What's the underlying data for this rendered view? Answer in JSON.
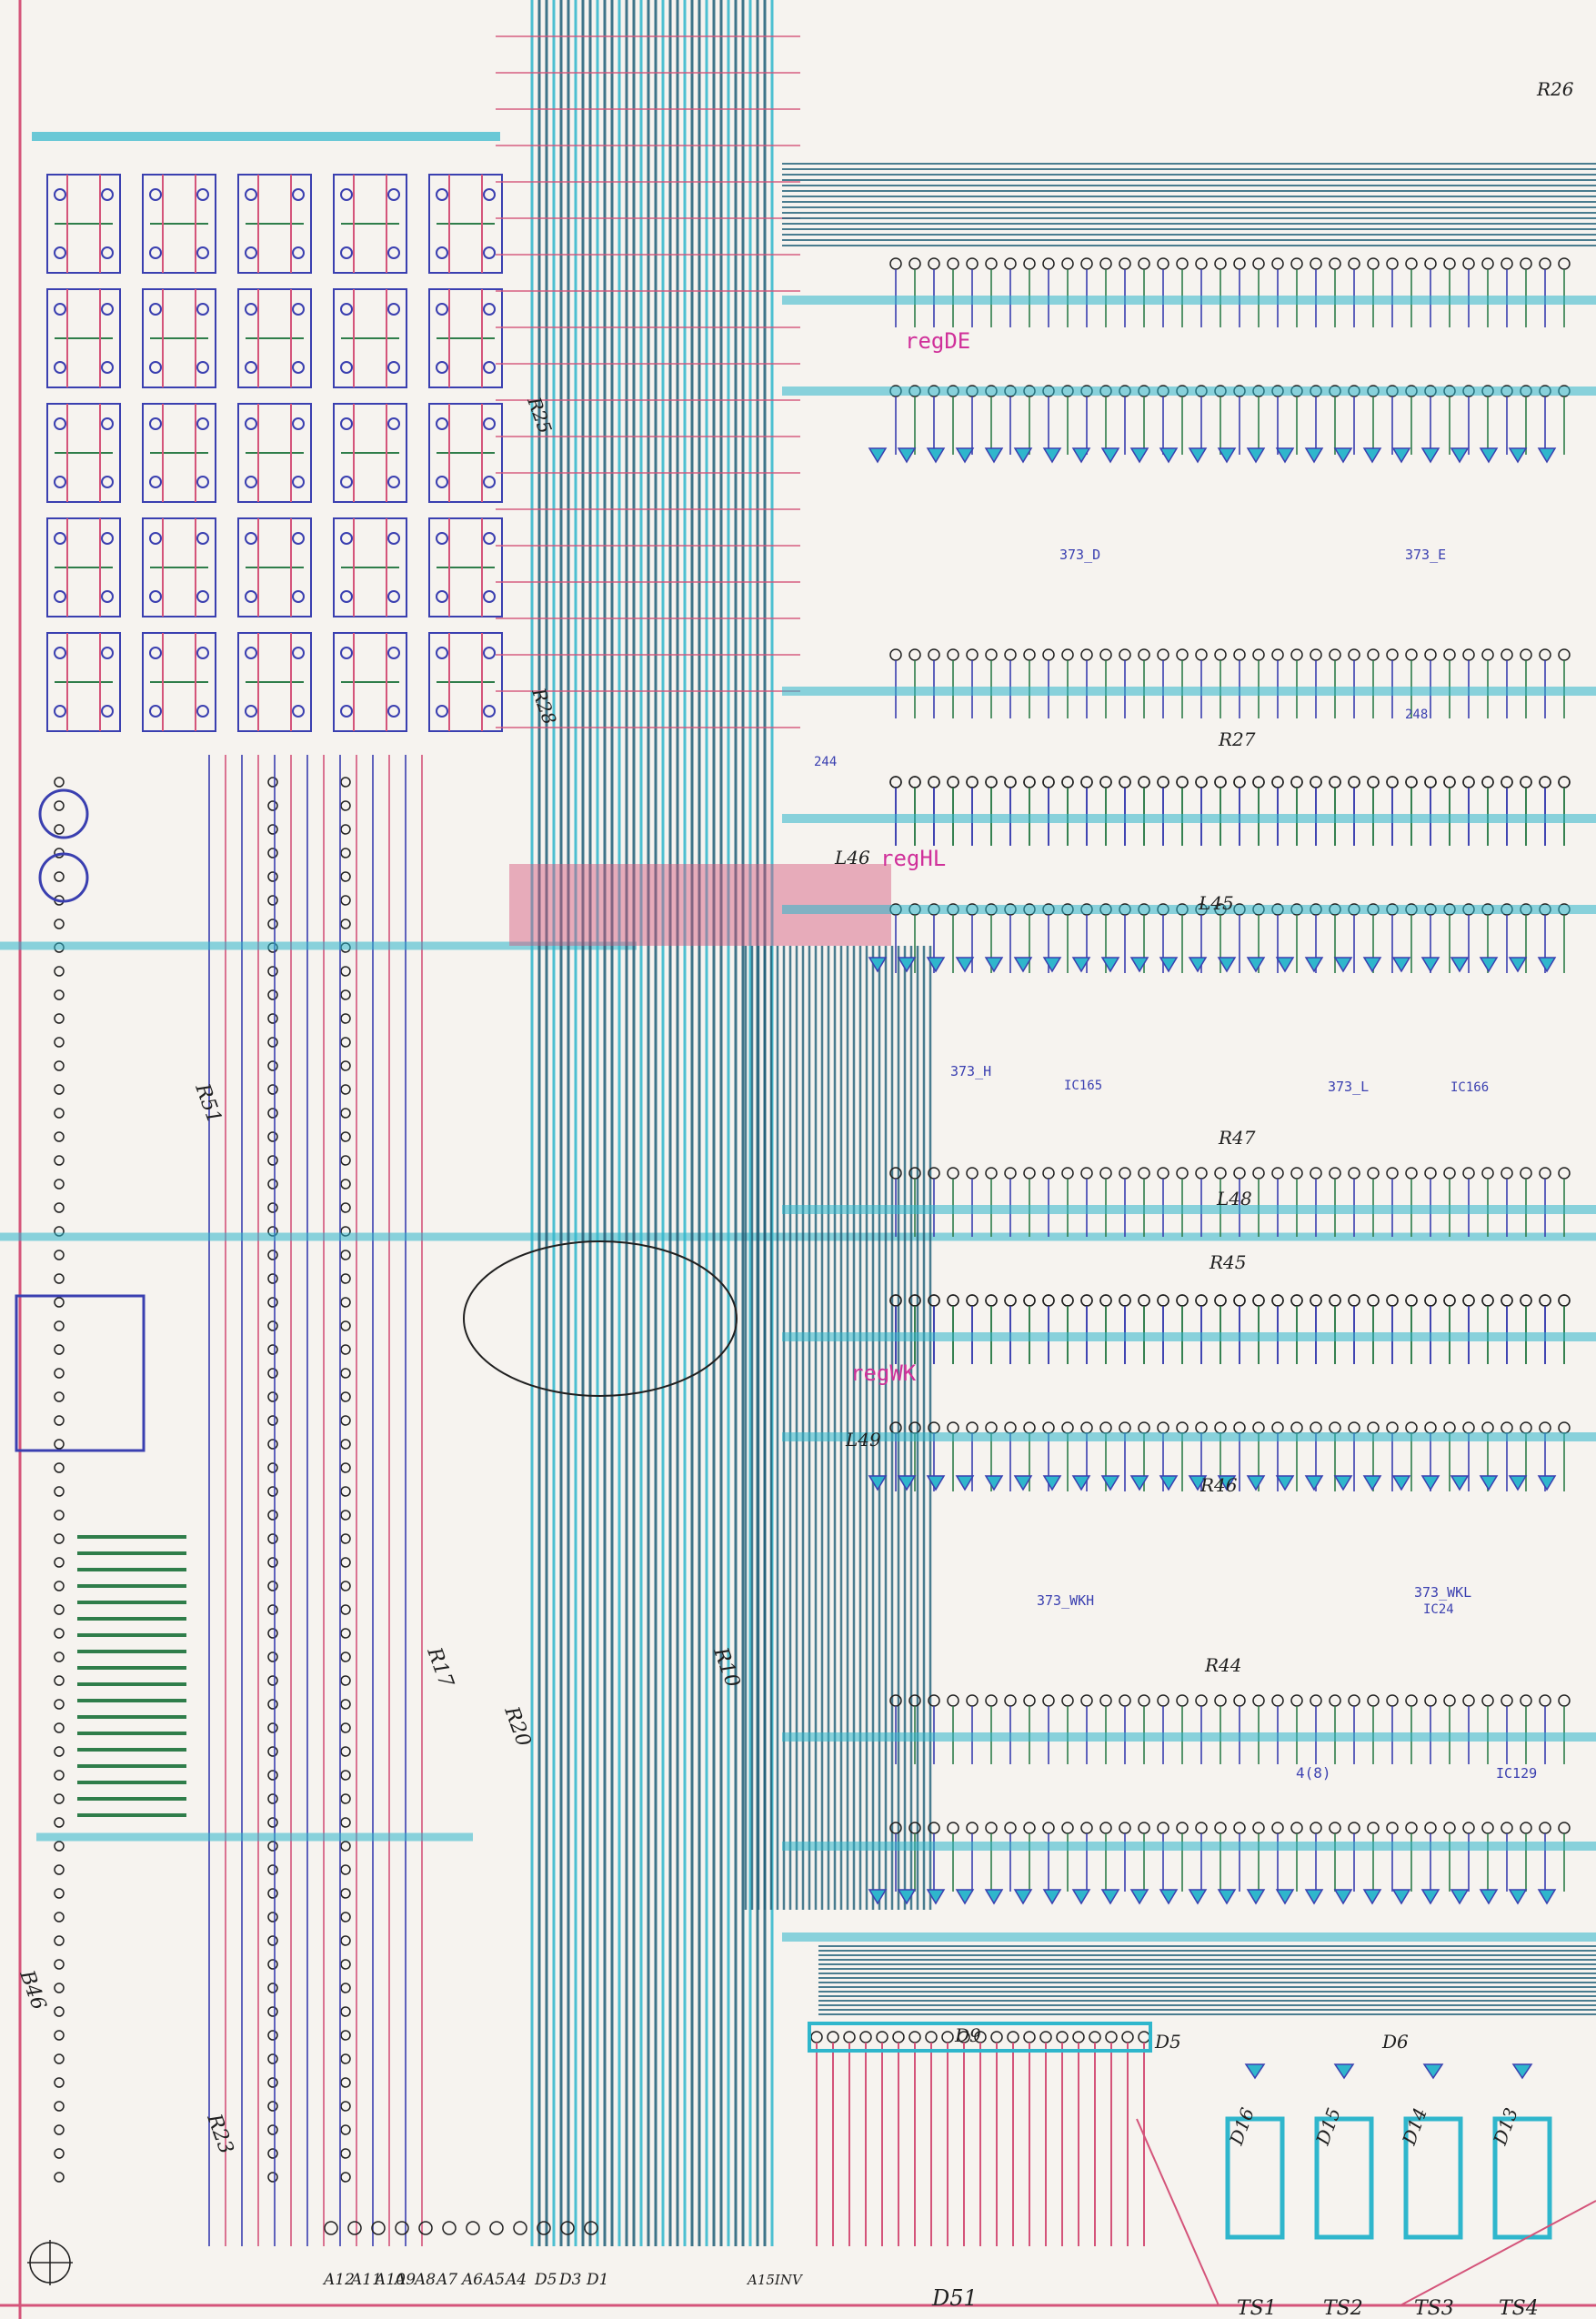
{
  "colors": {
    "paper": "#f6f3ef",
    "bus_pink": "#d4547a",
    "trace_blue": "#3a3fb0",
    "trace_green": "#2f7d4a",
    "highlight_cyan": "#2fb6cc",
    "dark_bus": "#1f5f78",
    "label_magenta": "#d0309a",
    "ink": "#202020"
  },
  "register_banks": [
    {
      "name": "regDE",
      "chips": [
        "373_D",
        "373_E"
      ]
    },
    {
      "name": "regHL",
      "chips": [
        "373_H",
        "IC165",
        "373_L",
        "IC166"
      ]
    },
    {
      "name": "regWK",
      "chips": [
        "373_WKH",
        "373_WKL",
        "IC24"
      ]
    }
  ],
  "misc_labels": {
    "ic_244": "244",
    "ic_248": "248",
    "ic_4": "4(8)",
    "ic_129": "IC129"
  },
  "component_labels": [
    "R26",
    "R27",
    "R47",
    "R45",
    "R46",
    "R44",
    "R51",
    "R17",
    "R10",
    "R20",
    "R23",
    "R25",
    "R28",
    "L46",
    "L45",
    "L48",
    "L49",
    "D9",
    "D5",
    "D6"
  ],
  "address_pins": [
    "A12",
    "A11",
    "A10",
    "A9",
    "A8",
    "A7",
    "A6",
    "A5",
    "A4",
    "D5",
    "D3",
    "D1"
  ],
  "a15_label": "A15INV",
  "led_labels": [
    "D16",
    "D15",
    "D14",
    "D13"
  ],
  "bottom_bus_label": "D51",
  "test_points": [
    "TS1",
    "TS2",
    "TS3",
    "TS4"
  ],
  "side_label": "B46"
}
